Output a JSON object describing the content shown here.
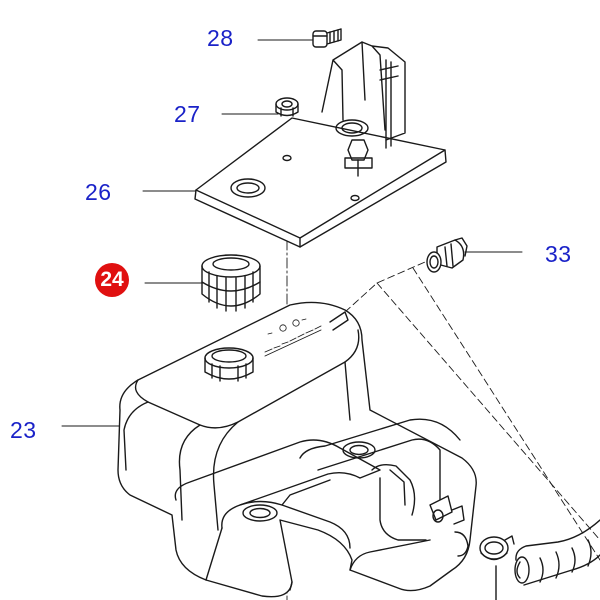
{
  "callouts": [
    {
      "id": "28",
      "label": "28"
    },
    {
      "id": "27",
      "label": "27"
    },
    {
      "id": "26",
      "label": "26"
    },
    {
      "id": "33",
      "label": "33"
    },
    {
      "id": "24",
      "label": "24",
      "highlighted": true
    },
    {
      "id": "23",
      "label": "23"
    }
  ],
  "colors": {
    "callout_text": "#1a22c8",
    "highlight_fill": "#e01010",
    "line": "#1a1a1a"
  }
}
